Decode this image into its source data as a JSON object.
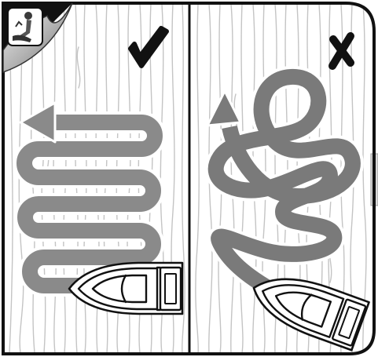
{
  "panels": [
    {
      "id": "correct",
      "mark": "check-mark"
    },
    {
      "id": "incorrect",
      "mark": "cross-mark"
    }
  ],
  "colors": {
    "frame": "#111111",
    "wood_grain": "#c4c4c4",
    "path": "#8a8a8a",
    "background": "#ffffff"
  },
  "icons": [
    "iron-tip-icon",
    "page-curl-icon",
    "check-mark-icon",
    "cross-mark-icon",
    "steam-iron-icon"
  ]
}
